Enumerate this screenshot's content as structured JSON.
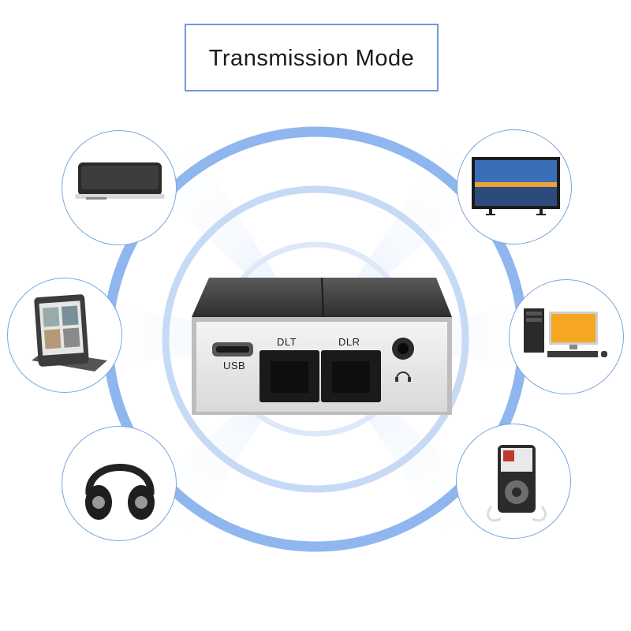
{
  "title": "Transmission Mode",
  "device": {
    "usb_label": "USB",
    "dlt_label": "DLT",
    "dlr_label": "DLR"
  },
  "colors": {
    "ring": "#8fb6ee",
    "border": "#7aa6dc",
    "beam": "#e4eefb"
  },
  "devices_shown": [
    "speaker-icon",
    "tv-icon",
    "ebook-reader-icon",
    "desktop-computer-icon",
    "headphones-icon",
    "mp3-player-icon"
  ]
}
